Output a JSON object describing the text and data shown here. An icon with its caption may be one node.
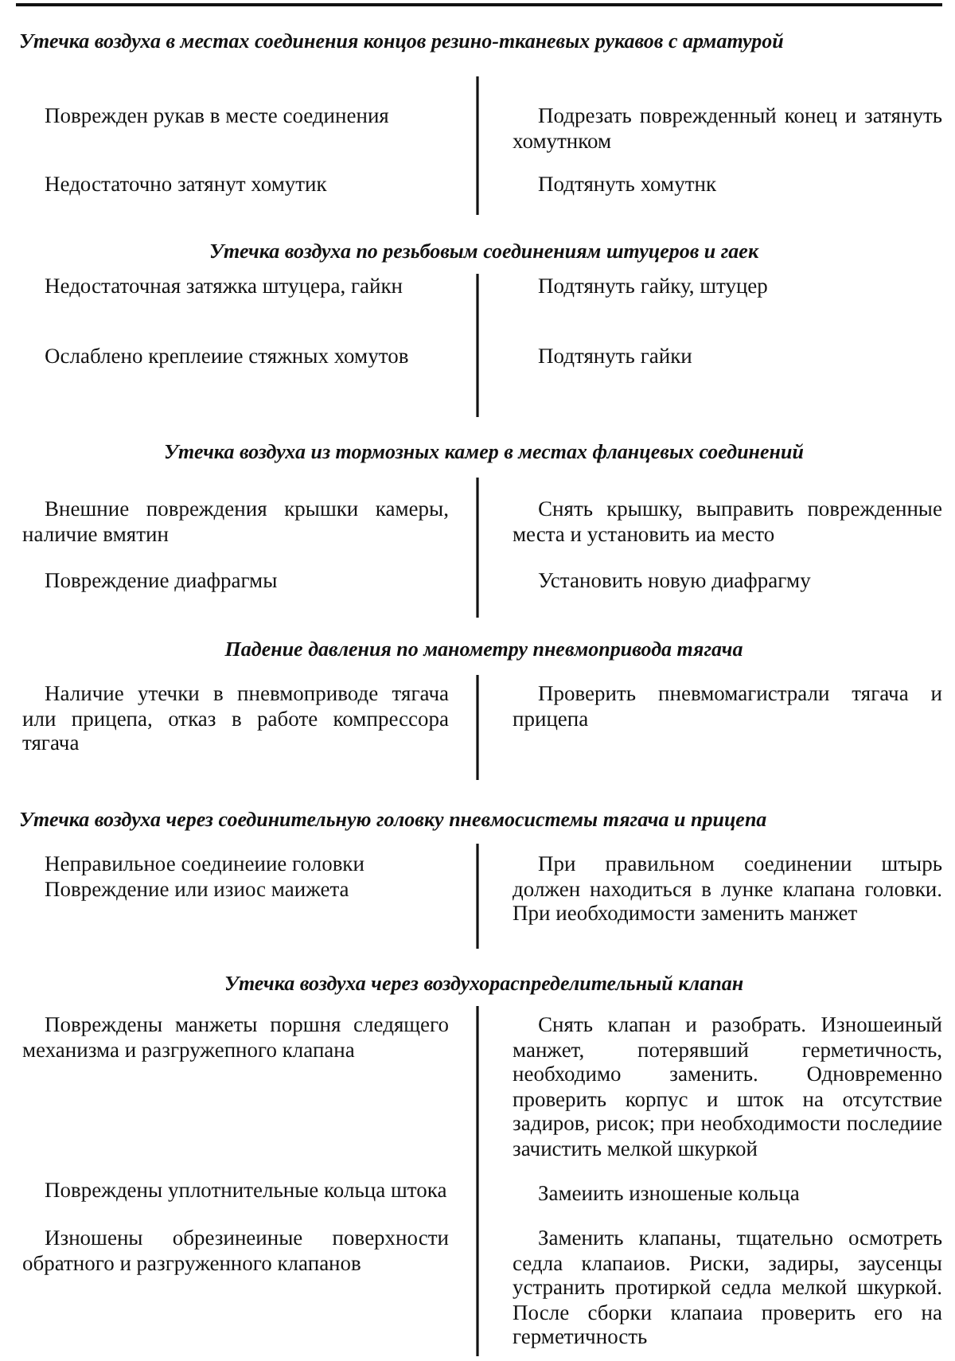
{
  "diagram": {
    "labels": [
      "Утечка воздуха в местах соединения концов резино-тканевых рукавов с арматурой",
      "Поврежден рукав в месте соединения",
      "Подрезать поврежденный конец и затянуть хомутнком",
      "Недостаточно затянут хомутик",
      "Подтянуть хомутнк",
      "Утечка воздуха по резьбовым соединениям штуцеров и гаек",
      "Недостаточная затяжка штуцера, гайкн",
      "Подтянуть гайку, штуцер",
      "Ослаблено креплеиие стяжных хомутов",
      "Подтянуть гайки",
      "Утечка воздуха из тормозных камер в местах фланцевых соединений",
      "Внешние повреждения крышки камеры, наличие вмятин",
      "Снять крышку, выправить поврежденные места и установить иа место",
      "Повреждение диафрагмы",
      "Установить новую диафрагму",
      "Падение давления по манометру пневмопривода тягача",
      "Наличие утечки в пневмоприводе тягача или прицепа, отказ в работе компрессора тягача",
      "Проверить пневмомагистрали тягача и прицепа",
      "Утечка воздуха через соединительную головку пневмосистемы тягача и прицепа",
      "Неправильное соединеиие головки",
      "Повреждение или изиос маижета",
      "При правильном соединении штырь должен находиться в лунке клапана головки. При иеобходимости заменить манжет",
      "Утечка воздуха через воздухораспределительный клапан",
      "Повреждены манжеты поршня следящего механизма и разгружепного клапана",
      "Снять клапан и разобрать. Изношеиный манжет, потерявший герметичность, необходимо заменить. Одновременно проверить корпус и шток на отсутствие задиров, рисок; при необходимости последиие зачистить мелкой шкуркой",
      "Повреждены уплотнительные кольца штока",
      "Замеиить изношеные кольца",
      "Изношены обрезинеиные поверхности обратного и разгруженного клапанов",
      "Заменить клапаны, тщательно осмотреть седла клапаиов. Риски, задиры, заусенцы устранить протиркой седла мелкой шкуркой. После сборки клапаиа проверить его на герметичность"
    ]
  }
}
